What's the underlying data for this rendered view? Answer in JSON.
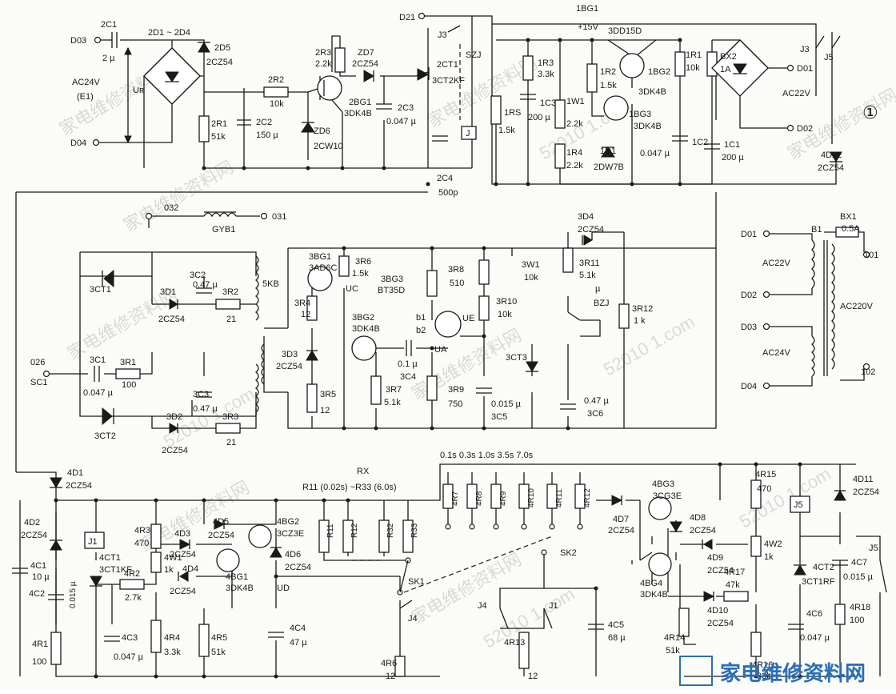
{
  "diagram": {
    "figure_number": "①",
    "labels": {
      "ac24v_e1": "AC24V",
      "e1": "(E1)",
      "ur": "Uʀ",
      "ac22v": "AC22V",
      "ac24v_b": "AC24V",
      "ac220v": "AC220V",
      "b1": "B1",
      "plus15v": "+15V",
      "gyb1": "GYB1",
      "kb5": "5KB",
      "szj": "SZJ",
      "bzj": "BZJ",
      "rx": "RX",
      "rx_range": "R11 (0.02s) ~R33 (6.0s)",
      "times": "0.1s  0.3s 1.0s   3.5s  7.0s",
      "uc": "UC",
      "ue": "UE",
      "ua": "UA",
      "ud": "UD",
      "b1pin": "b1",
      "b2pin": "b2",
      "j": "J",
      "sk1": "SK1",
      "sk2": "SK2",
      "mu": "µ"
    },
    "terminals": {
      "d03": "D03",
      "d04": "D04",
      "d21": "D21",
      "d01": "D01",
      "d02": "D02",
      "o32": "032",
      "o31": "031",
      "o26": "026",
      "sc1": "SC1",
      "t101": "101",
      "t102": "102",
      "d01b": "D01",
      "d02b": "D02",
      "d03b": "D03",
      "d04b": "D04"
    },
    "components": {
      "c2C1": "2C1",
      "v2C1": "2 µ",
      "c2D1": "2D1 ~ 2D4",
      "c2D5": "2D5",
      "v2D5": "2CZ54",
      "c2R1": "2R1",
      "v2R1": "51k",
      "c2R2": "2R2",
      "v2R2": "10k",
      "c2C2": "2C2",
      "v2C2": "150 µ",
      "c2R3": "2R3",
      "v2R3": "2.2k",
      "cZD7": "ZD7",
      "vZD7": "2CZ54",
      "cZD6": "ZD6",
      "vZD6": "2CW10",
      "c2BG1": "2BG1",
      "v2BG1": "3DK4B",
      "c2C3": "2C3",
      "v2C3": "0.047 µ",
      "c2CT1": "2CT1",
      "v2CT1": "3CT2KF",
      "cJ3": "J3",
      "c2C4": "2C4",
      "v2C4": "500p",
      "c1RS": "1RS",
      "v1RS": "1.5k",
      "c1R3": "1R3",
      "v1R3": "3.3k",
      "c1C3": "1C3",
      "v1C3": "200 µ",
      "c1W1": "1W1",
      "v1W1": "2.2k",
      "c1R4": "1R4",
      "v1R4": "2.2k",
      "c1BG1": "1BG1",
      "c3DD15D": "3DD15D",
      "c1R2": "1R2",
      "v1R2": "1.5k",
      "c1BG2": "1BG2",
      "v1BG2": "3DK4B",
      "c1BG3": "1BG3",
      "v1BG3": "3DK4B",
      "c1D1": "1D1",
      "v1D1": "2DW7B",
      "c1R1": "1R1",
      "v1R1": "10k",
      "c1C2": "1C2",
      "v1C2": "0.047 µ",
      "cBX2": "BX2",
      "vBX2": "1A",
      "c1C1": "1C1",
      "v1C1": "200 µ",
      "cJ5top": "J5",
      "c4D12": "4D12",
      "v4D12": "2CZ54",
      "cBX1": "BX1",
      "vBX1": "0.5A",
      "c3CT1": "3CT1",
      "c3C2": "3C2",
      "v3C2": "0.47 µ",
      "c3D1": "3D1",
      "v3D1": "2CZ54",
      "c3R2": "3R2",
      "v3R2": "21",
      "c3C1": "3C1",
      "v3C1": "0.047 µ",
      "c3R1": "3R1",
      "v3R1": "100",
      "c3C3": "3C3",
      "v3C3": "0.47 µ",
      "c3CT2": "3CT2",
      "c3D2": "3D2",
      "v3D2": "2CZ54",
      "c3R3": "3R3",
      "v3R3": "21",
      "c3BG1": "3BG1",
      "v3BG1": "3AD6C",
      "c3R6": "3R6",
      "v3R6": "1.5k",
      "c3R4": "3R4",
      "v3R4": "12",
      "c3D3": "3D3",
      "v3D3": "2CZ54",
      "c3R5": "3R5",
      "v3R5": "12",
      "c3BG2": "3BG2",
      "v3BG2": "3DK4B",
      "c3R7": "3R7",
      "v3R7": "5.1k",
      "c3C4": "3C4",
      "v3C4": "0.1 µ",
      "c3BG3": "3BG3",
      "v3BG3": "BT35D",
      "c3R8": "3R8",
      "v3R8": "510",
      "c3R9": "3R9",
      "v3R9": "750",
      "c3W1": "3W1",
      "v3W1": "10k",
      "c3R10": "3R10",
      "v3R10": "10k",
      "c3C5": "3C5",
      "v3C5": "0.015 µ",
      "c3D4": "3D4",
      "v3D4": "2CZ54",
      "c3R11": "3R11",
      "v3R11": "5.1k",
      "c3CT3": "3CT3",
      "c3C6": "3C6",
      "v3C6": "0.47 µ",
      "c3R12": "3R12",
      "v3R12": "1 k",
      "c4D1": "4D1",
      "v4D1": "2CZ54",
      "c4D2": "4D2",
      "v4D2": "2CZ54",
      "c4C1": "4C1",
      "v4C1": "10 µ",
      "c4C2": "4C2",
      "v4C2": "0.015 µ",
      "c4R1": "4R1",
      "v4R1": "100",
      "cJ1": "J1",
      "c4CT1": "4CT1",
      "v4CT1": "3CT1KF",
      "c4R2": "4R2",
      "v4R2": "2.7k",
      "c4C3": "4C3",
      "v4C3": "0.047 µ",
      "c4R3": "4R3",
      "v4R3": "470",
      "c4W1": "4W1",
      "v4W1": "1k",
      "c4R4": "4R4",
      "v4R4": "3.3k",
      "c4D3": "4D3",
      "v4D3": "2CZ54",
      "c4D4": "4D4",
      "v4D4": "2CZ54",
      "c4D5": "4D5",
      "v4D5": "2CZ54",
      "c4R5": "4R5",
      "v4R5": "51k",
      "c4BG1": "4BG1",
      "v4BG1": "3DK4B",
      "c4BG2": "4BG2",
      "v4BG2": "3CZ3E",
      "c4D6": "4D6",
      "v4D6": "2CZ54",
      "c4C4": "4C4",
      "v4C4": "47 µ",
      "c4R6": "4R6",
      "v4R6": "12",
      "cJ4": "J4",
      "cR11": "R11",
      "cR12": "R12",
      "cR32": "R32",
      "cR33": "R33",
      "c4R7": "4R7",
      "c4R8": "4R8",
      "c4R9": "4R9",
      "c4R10": "4R10",
      "c4R11": "4R11",
      "c4R12": "4R12",
      "cJ4b": "J4",
      "cJ1b": "J1",
      "c4R13": "4R13",
      "v4R13": "12",
      "c4C5": "4C5",
      "v4C5": "68 µ",
      "c4D7": "4D7",
      "v4D7": "2CZ54",
      "c4BG3": "4BG3",
      "v4BG3": "3CG3E",
      "c4D8": "4D8",
      "v4D8": "2CZ54",
      "c4BG4": "4BG4",
      "v4BG4": "3DK4B",
      "c4D9": "4D9",
      "v4D9": "2CZ54",
      "c4D10": "4D10",
      "v4D10": "2CZ54",
      "c4R14": "4R14",
      "v4R14": "51k",
      "c4R15": "4R15",
      "v4R15": "470",
      "c4W2": "4W2",
      "v4W2": "1k",
      "c4R17": "4R17",
      "v4R17": "47k",
      "c4R16": "4R16",
      "v4R16": "33k",
      "cJ5": "J5",
      "c4CT2": "4CT2",
      "v4CT2": "3CT1RF",
      "c4C6": "4C6",
      "v4C6": "0.047 µ",
      "c4D11": "4D11",
      "v4D11": "2CZ54",
      "c4C7": "4C7",
      "v4C7": "0.015 µ",
      "c4R18": "4R18",
      "v4R18": "100",
      "cJ5b": "J5"
    },
    "watermarks": {
      "wm_cn": "家电维修资料网",
      "wm_url": "52010 1.com",
      "logo": "家电维修资料网"
    }
  }
}
